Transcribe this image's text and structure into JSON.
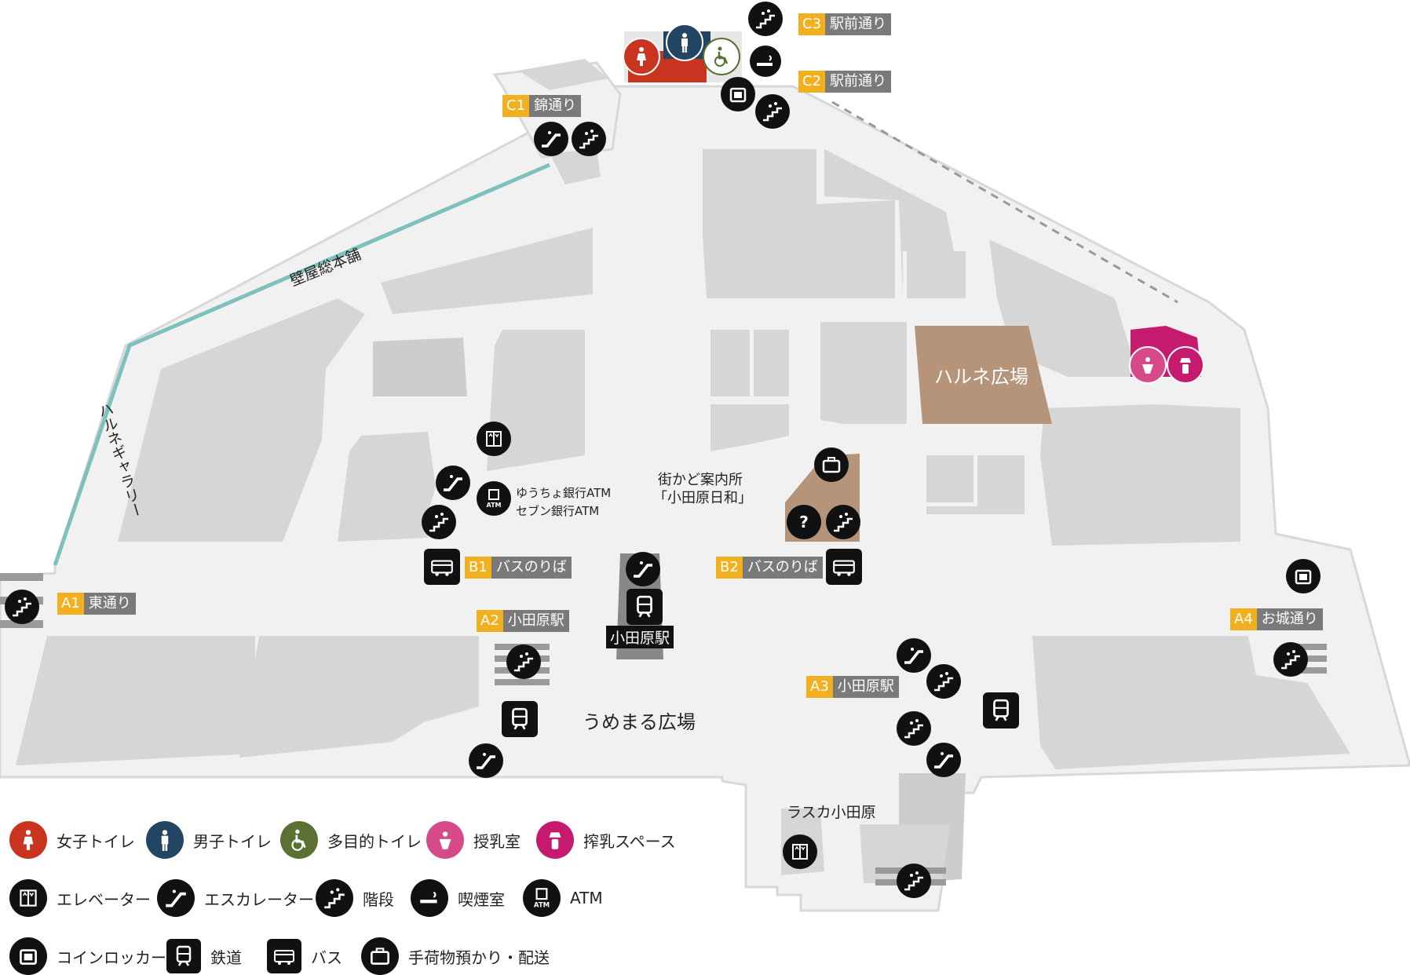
{
  "colors": {
    "female": "#c8341f",
    "male": "#234564",
    "multi": "#5b7133",
    "nursing": "#d64a8a",
    "pumping": "#c51a6e",
    "plaza": "#b5947a",
    "gallery": "#7cc1bd",
    "label_code": "#f2b01e",
    "label_name": "#7a7a7a"
  },
  "exits": [
    {
      "id": "c3",
      "code": "C3",
      "name": "駅前通り"
    },
    {
      "id": "c2",
      "code": "C2",
      "name": "駅前通り"
    },
    {
      "id": "c1",
      "code": "C1",
      "name": "錦通り"
    },
    {
      "id": "b1",
      "code": "B1",
      "name": "バスのりば"
    },
    {
      "id": "b2",
      "code": "B2",
      "name": "バスのりば"
    },
    {
      "id": "a1",
      "code": "A1",
      "name": "東通り"
    },
    {
      "id": "a2",
      "code": "A2",
      "name": "小田原駅"
    },
    {
      "id": "a3",
      "code": "A3",
      "name": "小田原駅"
    },
    {
      "id": "a4",
      "code": "A4",
      "name": "お城通り"
    }
  ],
  "places": {
    "haruneplaza": "ハルネ広場",
    "umemaru": "うめまる広場",
    "station": "小田原駅",
    "lasca": "ラスカ小田原",
    "kabeya": "壁屋総本舗",
    "gallery": "ハルネギャラリー",
    "info_line1": "街かど案内所",
    "info_line2": "「小田原日和」",
    "atm_line1": "ゆうちょ銀行ATM",
    "atm_line2": "セブン銀行ATM"
  },
  "legend": [
    {
      "label": "女子トイレ",
      "icon": "female-toilet-icon"
    },
    {
      "label": "男子トイレ",
      "icon": "male-toilet-icon"
    },
    {
      "label": "多目的トイレ",
      "icon": "multipurpose-toilet-icon"
    },
    {
      "label": "授乳室",
      "icon": "nursing-room-icon"
    },
    {
      "label": "搾乳スペース",
      "icon": "pumping-space-icon"
    },
    {
      "label": "エレベーター",
      "icon": "elevator-icon"
    },
    {
      "label": "エスカレーター",
      "icon": "escalator-icon"
    },
    {
      "label": "階段",
      "icon": "stairs-icon"
    },
    {
      "label": "喫煙室",
      "icon": "smoking-room-icon"
    },
    {
      "label": "ATM",
      "icon": "atm-icon"
    },
    {
      "label": "コインロッカー",
      "icon": "coin-locker-icon"
    },
    {
      "label": "鉄道",
      "icon": "train-icon"
    },
    {
      "label": "バス",
      "icon": "bus-icon"
    },
    {
      "label": "手荷物預かり・配送",
      "icon": "luggage-icon"
    }
  ],
  "atm_icon_text": "ATM",
  "info_icon_text": "?"
}
